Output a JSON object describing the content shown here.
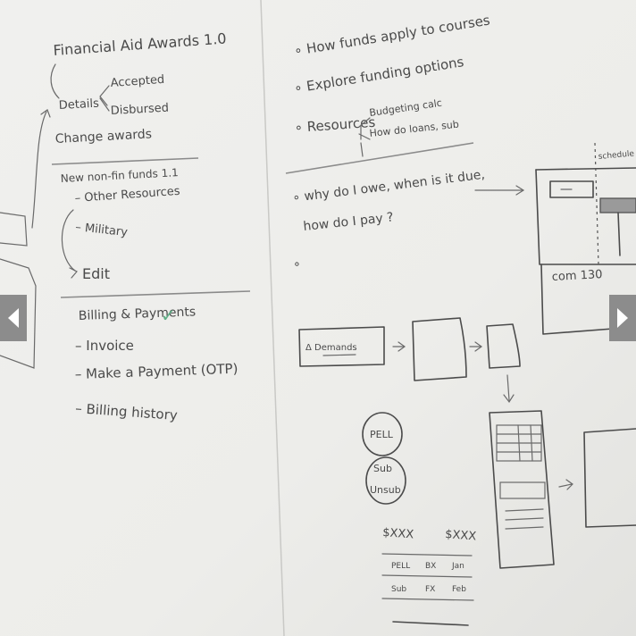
{
  "left_column": {
    "title": "Financial Aid Awards 1.0",
    "details": "Details",
    "accepted": "Accepted",
    "disbursed": "Disbursed",
    "change_awards": "Change awards",
    "new_funds": "New non-fin funds 1.1",
    "other_resources": "– Other Resources",
    "military": "– Military",
    "edit": "Edit",
    "billing_title": "Billing & Payments",
    "billing_check": "✓",
    "invoice": "– Invoice",
    "make_payment": "– Make a Payment (OTP)",
    "billing_history": "– Billing history"
  },
  "middle_column": {
    "bullet_1": "∘ How funds apply to courses",
    "bullet_2": "∘ Explore funding options",
    "bullet_3": "∘ Resources",
    "budgeting": "Budgeting calc",
    "how_loans": "How do loans, sub",
    "question_line1": "∘ why do I owe, when is it due,",
    "question_line2": "how do I pay ?",
    "bullet_empty": "∘",
    "demands_label": "Δ Demands",
    "pell": "PELL",
    "sub": "Sub",
    "unsub": "Unsub",
    "amount_1": "$XXX",
    "amount_2": "$XXX",
    "table_row_1": [
      "PELL",
      "BX",
      "Jan"
    ],
    "table_row_2": [
      "Sub",
      "FX",
      "Feb"
    ]
  },
  "right_column": {
    "schedule_label": "schedule",
    "course_code": "com 130"
  },
  "colors": {
    "ink": "#4b4b4b",
    "check_green": "#5fae86",
    "whiteboard": "#efefec",
    "nav_button": "#8c8c8c"
  },
  "controls": {
    "prev_icon": "chevron-left-icon",
    "next_icon": "chevron-right-icon"
  }
}
